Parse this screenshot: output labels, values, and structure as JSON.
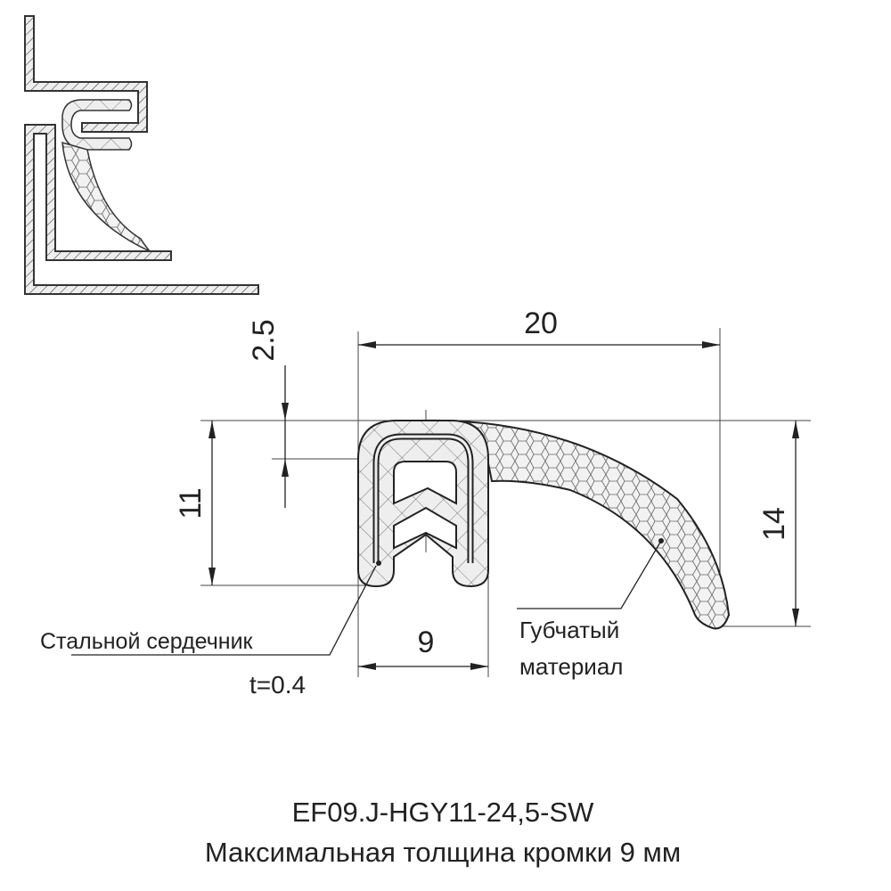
{
  "dimensions": {
    "width_total": "20",
    "height_lip": "14",
    "height_clip": "11",
    "offset": "2.5",
    "clip_width": "9"
  },
  "labels": {
    "steel_core": "Стальной сердечник",
    "steel_thickness": "t=0.4",
    "sponge_line1": "Губчатый",
    "sponge_line2": "материал"
  },
  "footer": {
    "part_number": "EF09.J-HGY11-24,5-SW",
    "description": "Максимальная толщина кромки 9 мм"
  },
  "colors": {
    "line": "#222222",
    "fill": "#eeeeee"
  }
}
